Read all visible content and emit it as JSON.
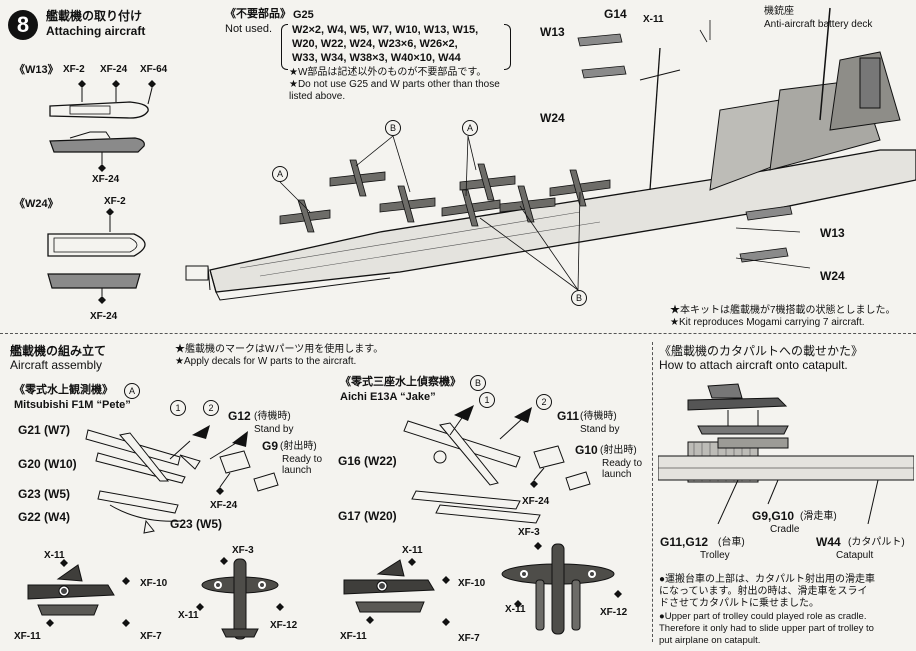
{
  "header": {
    "step_number": "8",
    "title_jp": "艦載機の取り付け",
    "title_en": "Attaching aircraft"
  },
  "unused": {
    "title_jp": "《不要部品》",
    "title_en": "Not used.",
    "part": "G25",
    "list": [
      "W2×2, W4, W5, W7, W10, W13, W15,",
      "W20, W22, W24, W23×6, W26×2,",
      "W33, W34, W38×3, W40×10, W44"
    ],
    "note_jp": "★W部品は記述以外のものが不要部品です。",
    "note_en_1": "★Do not use G25 and W parts other than those",
    "note_en_2": "listed above."
  },
  "w13": {
    "title": "《W13》",
    "parts": [
      "XF-2",
      "XF-24",
      "XF-64"
    ],
    "bottom": "XF-24"
  },
  "w24": {
    "title": "《W24》",
    "top": "XF-2",
    "bottom": "XF-24"
  },
  "ship": {
    "x11": "X-11",
    "g14": "G14",
    "battery_jp": "機銃座",
    "battery_en": "Anti-aircraft battery deck",
    "w13_left": "W13",
    "w24_left": "W24",
    "w13_right": "W13",
    "w24_right": "W24",
    "marker_a": "A",
    "marker_b": "B",
    "note_jp": "★本キットは艦載機が7機搭載の状態としました。",
    "note_en": "★Kit reproduces Mogami carrying 7 aircraft."
  },
  "assembly": {
    "title_jp": "艦載機の組み立て",
    "title_en": "Aircraft assembly",
    "decal_jp": "★艦載機のマークはWパーツ用を使用します。",
    "decal_en": "★Apply decals for W parts to the aircraft."
  },
  "pete": {
    "title_jp": "《零式水上観測機》",
    "marker": "A",
    "title_en": "Mitsubishi F1M “Pete”",
    "step1": "1",
    "step2": "2",
    "g21": "G21 (W7)",
    "g20": "G20 (W10)",
    "g23": "G23 (W5)",
    "g22": "G22 (W4)",
    "g23b": "G23 (W5)",
    "g12": "G12",
    "g12_jp": "(待機時)",
    "g12_en": "Stand by",
    "g9": "G9",
    "g9_jp": "(射出時)",
    "g9_en1": "Ready to",
    "g9_en2": "launch",
    "xf24": "XF-24",
    "x11": "X-11",
    "xf10": "XF-10",
    "xf11": "XF-11",
    "xf7": "XF-7",
    "xf3": "XF-3",
    "x11b": "X-11",
    "xf12": "XF-12"
  },
  "jake": {
    "title_jp": "《零式三座水上偵察機》",
    "marker": "B",
    "title_en": "Aichi E13A “Jake”",
    "step1": "1",
    "step2": "2",
    "g16": "G16 (W22)",
    "g17": "G17 (W20)",
    "g11": "G11",
    "g11_jp": "(待機時)",
    "g11_en": "Stand by",
    "g10": "G10",
    "g10_jp": "(射出時)",
    "g10_en1": "Ready to",
    "g10_en2": "launch",
    "xf24": "XF-24",
    "x11": "X-11",
    "xf10": "XF-10",
    "xf11": "XF-11",
    "xf7": "XF-7",
    "xf3": "XF-3",
    "x11b": "X-11",
    "xf12": "XF-12"
  },
  "catapult": {
    "title_jp": "《艦載機のカタパルトへの載せかた》",
    "title_en": "How to attach aircraft onto catapult.",
    "cradle_code": "G9,G10",
    "cradle_jp": "(滑走車)",
    "cradle_en": "Cradle",
    "trolley_code": "G11,G12",
    "trolley_jp": "(台車)",
    "trolley_en": "Trolley",
    "cat_code": "W44",
    "cat_jp": "(カタパルト)",
    "cat_en": "Catapult",
    "note_jp_1": "●運搬台車の上部は、カタパルト射出用の滑走車",
    "note_jp_2": "になっています。射出の時は、滑走車をスライ",
    "note_jp_3": "ドさせてカタパルトに乗せました。",
    "note_en_1": "●Upper part of trolley could played role as cradle.",
    "note_en_2": "Therefore it only had to slide upper part of trolley to",
    "note_en_3": "put airplane on catapult."
  }
}
